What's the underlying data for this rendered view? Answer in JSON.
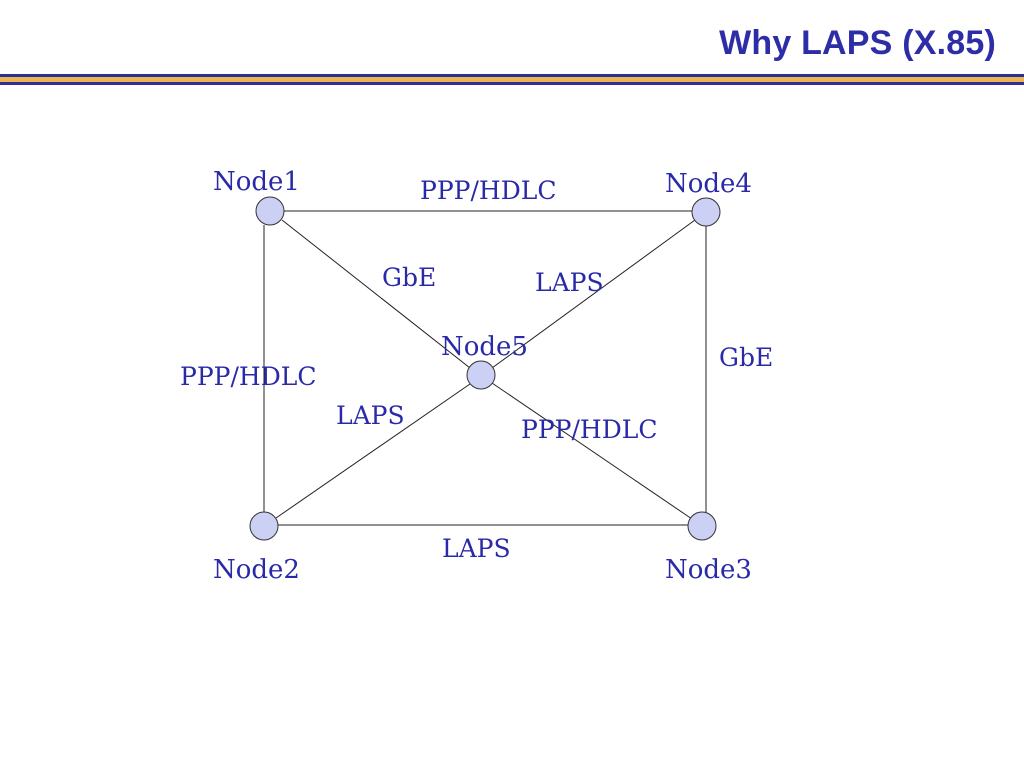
{
  "slide": {
    "title": "Why LAPS (X.85)",
    "colors": {
      "title": "#2d2da8",
      "rule_blue": "#2d2d9c",
      "rule_gold": "#e8b64a",
      "node_fill": "#cdd0f5",
      "label": "#2a2aa8"
    }
  },
  "diagram": {
    "nodes": [
      {
        "id": "node1",
        "label": "Node1"
      },
      {
        "id": "node2",
        "label": "Node2"
      },
      {
        "id": "node3",
        "label": "Node3"
      },
      {
        "id": "node4",
        "label": "Node4"
      },
      {
        "id": "node5",
        "label": "Node5"
      }
    ],
    "links": [
      {
        "id": "node1-node4",
        "from": "node1",
        "to": "node4",
        "label": "PPP/HDLC"
      },
      {
        "id": "node1-node2",
        "from": "node1",
        "to": "node2",
        "label": "PPP/HDLC"
      },
      {
        "id": "node4-node3",
        "from": "node4",
        "to": "node3",
        "label": "GbE"
      },
      {
        "id": "node2-node3",
        "from": "node2",
        "to": "node3",
        "label": "LAPS"
      },
      {
        "id": "node1-node5",
        "from": "node1",
        "to": "node5",
        "label": "GbE"
      },
      {
        "id": "node4-node5",
        "from": "node4",
        "to": "node5",
        "label": "LAPS"
      },
      {
        "id": "node2-node5",
        "from": "node2",
        "to": "node5",
        "label": "LAPS"
      },
      {
        "id": "node5-node3",
        "from": "node5",
        "to": "node3",
        "label": "PPP/HDLC"
      }
    ]
  }
}
